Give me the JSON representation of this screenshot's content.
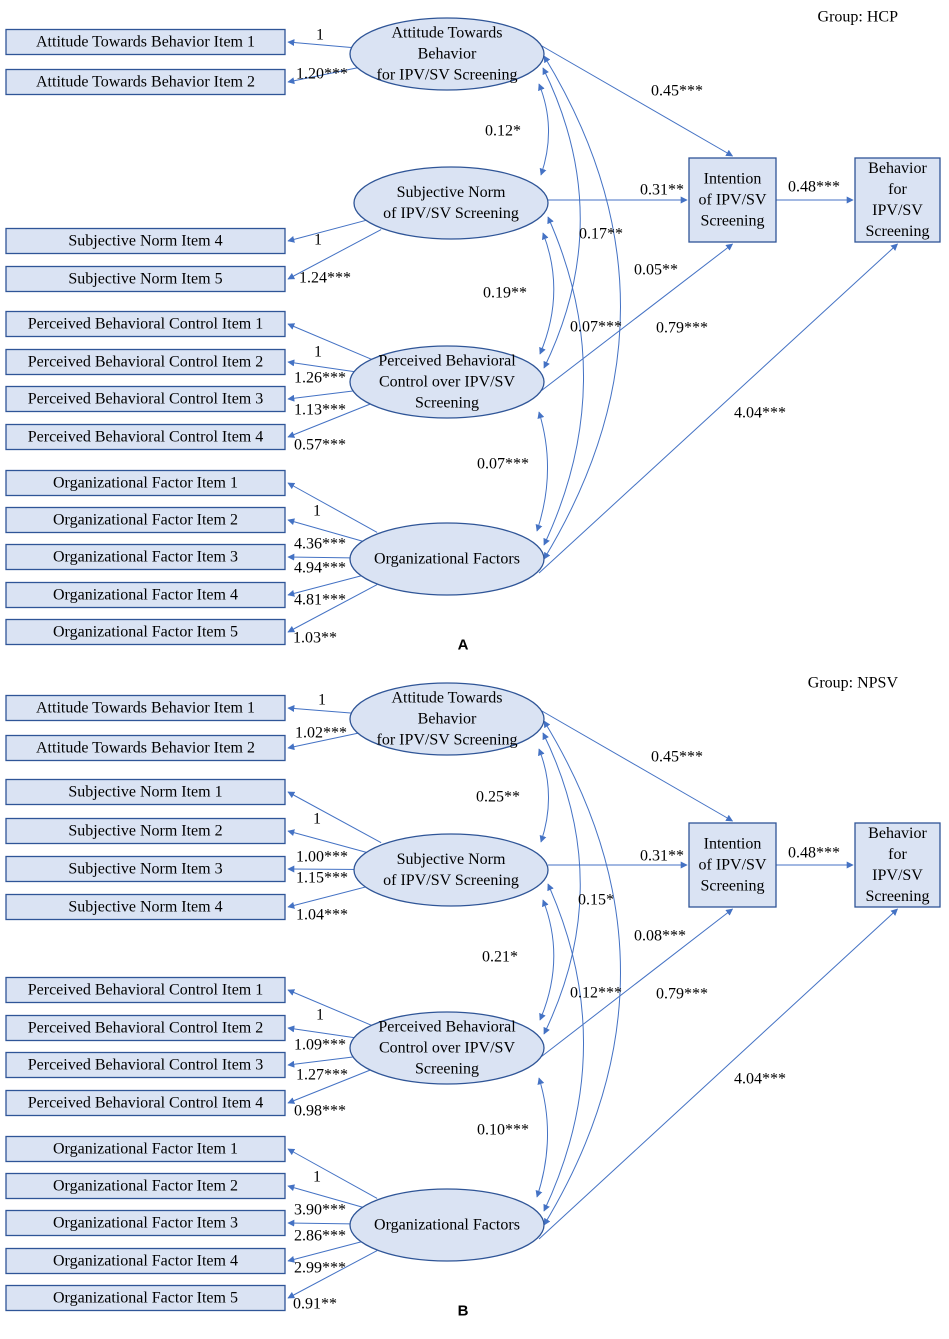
{
  "colors": {
    "fill": "#dae3f3",
    "stroke": "#2f5597",
    "line": "#4472c4"
  },
  "panels": [
    {
      "letter": "A",
      "group": "Group: HCP",
      "indicators": [
        "Attitude Towards Behavior Item 1",
        "Attitude Towards Behavior Item 2",
        "Subjective Norm Item 4",
        "Subjective Norm Item 5",
        "Perceived Behavioral Control Item 1",
        "Perceived Behavioral Control Item 2",
        "Perceived Behavioral Control Item 3",
        "Perceived Behavioral Control Item 4",
        "Organizational Factor Item 1",
        "Organizational Factor Item 2",
        "Organizational Factor Item 3",
        "Organizational Factor Item 4",
        "Organizational Factor Item 5"
      ],
      "latents": {
        "att": [
          "Attitude Towards",
          "Behavior",
          "for IPV/SV Screening"
        ],
        "sn": [
          "Subjective Norm",
          "of IPV/SV Screening"
        ],
        "pbc": [
          "Perceived Behavioral",
          "Control over IPV/SV",
          "Screening"
        ],
        "org": [
          "Organizational Factors"
        ]
      },
      "intention": [
        "Intention",
        "of IPV/SV",
        "Screening"
      ],
      "behavior": [
        "Behavior",
        "for",
        "IPV/SV",
        "Screening"
      ],
      "loadings": [
        "1",
        "1.20***",
        "1",
        "1.24***",
        "1",
        "1.26***",
        "1.13***",
        "0.57***",
        "1",
        "4.36***",
        "4.94***",
        "4.81***",
        "1.03**"
      ],
      "paths": {
        "att_int": "0.45***",
        "sn_int": "0.31**",
        "pbc_int": "0.79***",
        "int_beh": "0.48***",
        "org_beh": "4.04***"
      },
      "covariances": {
        "att_sn": "0.12*",
        "sn_pbc": "0.19**",
        "pbc_org": "0.07***",
        "att_pbc": "0.17**",
        "sn_org": "0.07***",
        "att_org": "0.05**"
      }
    },
    {
      "letter": "B",
      "group": "Group: NPSV",
      "indicators": [
        "Attitude Towards Behavior Item 1",
        "Attitude Towards Behavior Item 2",
        "Subjective Norm Item 1",
        "Subjective Norm Item 2",
        "Subjective Norm Item 3",
        "Subjective Norm Item 4",
        "Perceived Behavioral Control Item 1",
        "Perceived Behavioral Control Item 2",
        "Perceived Behavioral Control Item 3",
        "Perceived Behavioral Control Item 4",
        "Organizational Factor Item 1",
        "Organizational Factor Item 2",
        "Organizational Factor Item 3",
        "Organizational Factor Item 4",
        "Organizational Factor Item 5"
      ],
      "latents": {
        "att": [
          "Attitude Towards",
          "Behavior",
          "for IPV/SV Screening"
        ],
        "sn": [
          "Subjective Norm",
          "of IPV/SV Screening"
        ],
        "pbc": [
          "Perceived Behavioral",
          "Control over IPV/SV",
          "Screening"
        ],
        "org": [
          "Organizational Factors"
        ]
      },
      "intention": [
        "Intention",
        "of IPV/SV",
        "Screening"
      ],
      "behavior": [
        "Behavior",
        "for",
        "IPV/SV",
        "Screening"
      ],
      "loadings": [
        "1",
        "1.02***",
        "1",
        "1.00***",
        "1.15***",
        "1.04***",
        "1",
        "1.09***",
        "1.27***",
        "0.98***",
        "1",
        "3.90***",
        "2.86***",
        "2.99***",
        "0.91**"
      ],
      "paths": {
        "att_int": "0.45***",
        "sn_int": "0.31**",
        "pbc_int": "0.79***",
        "int_beh": "0.48***",
        "org_beh": "4.04***"
      },
      "covariances": {
        "att_sn": "0.25**",
        "sn_pbc": "0.21*",
        "pbc_org": "0.10***",
        "att_pbc": "0.15*",
        "sn_org": "0.12***",
        "att_org": "0.08***"
      }
    }
  ]
}
